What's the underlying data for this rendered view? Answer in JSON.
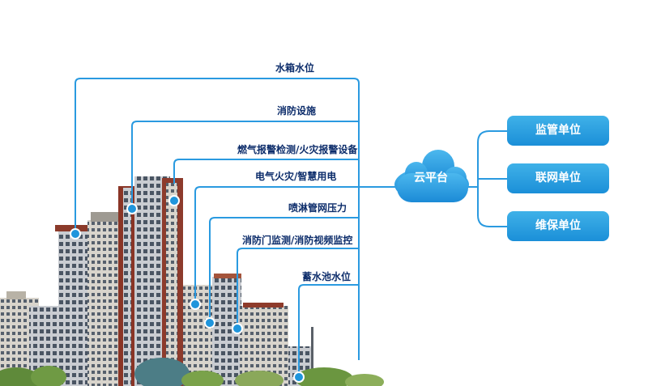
{
  "colors": {
    "line": "#2a9ae0",
    "label": "#0d2d6b",
    "node": "#1f95dc",
    "box": "#2aa1e2"
  },
  "labels": {
    "water_tank": "水箱水位",
    "fire_facilities": "消防设施",
    "gas_alarm": "燃气报警检测/火灾报警设备",
    "electrical_fire": "电气火灾/智慧用电",
    "sprinkler_pressure": "喷淋管网压力",
    "fire_door_video": "消防门监测/消防视频监控",
    "reservoir_level": "蓄水池水位"
  },
  "cloud": {
    "label": "云平台"
  },
  "units": [
    "监管单位",
    "联网单位",
    "维保单位"
  ]
}
